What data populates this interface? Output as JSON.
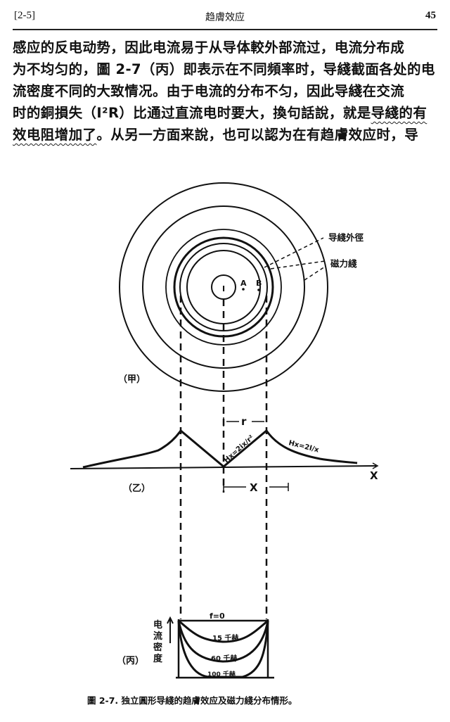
{
  "header": {
    "section": "[2-5]",
    "title": "趋膚效应",
    "page_number": "45"
  },
  "paragraph": {
    "lines": [
      {
        "text": "感应的反电动势，因此电流易于从导体較外部流过，电流分布成"
      },
      {
        "text": "为不均匀的，圖 2-7（丙）即表示在不同頻率时，导綫截面各处的电"
      },
      {
        "text": "流密度不同的大致情况。由于电流的分布不匀，因此导綫在交流"
      },
      {
        "text_before": "时的銅損失（I²R）比通过直流电时要大，換句話說，就是",
        "text_underlined": "导綫的有"
      },
      {
        "text_underlined": "效电阻增加了",
        "text_after": "。从另一方面来說，也可以認为在有趋膚效应时，导"
      }
    ]
  },
  "figure": {
    "panel_a": {
      "label": "（甲）",
      "label_outer_diameter": "导綫外徑",
      "label_flux_lines": "磁力綫",
      "center_label": "I",
      "point_a": "A",
      "point_b": "B"
    },
    "panel_b": {
      "label": "（乙）",
      "radius_label": "r",
      "x_dim_label": "X",
      "axis_label": "X",
      "inner_formula": "Hx=2ix/r²",
      "outer_formula": "Hx=2I/x"
    },
    "panel_c": {
      "label": "（丙）",
      "y_label": "电流密度",
      "curves": [
        "f=0",
        "15 千赫",
        "60 千赫",
        "100 千赫"
      ]
    },
    "caption": "圖 2-7. 独立圓形导綫的趋膚效应及磁力綫分布情形。"
  }
}
